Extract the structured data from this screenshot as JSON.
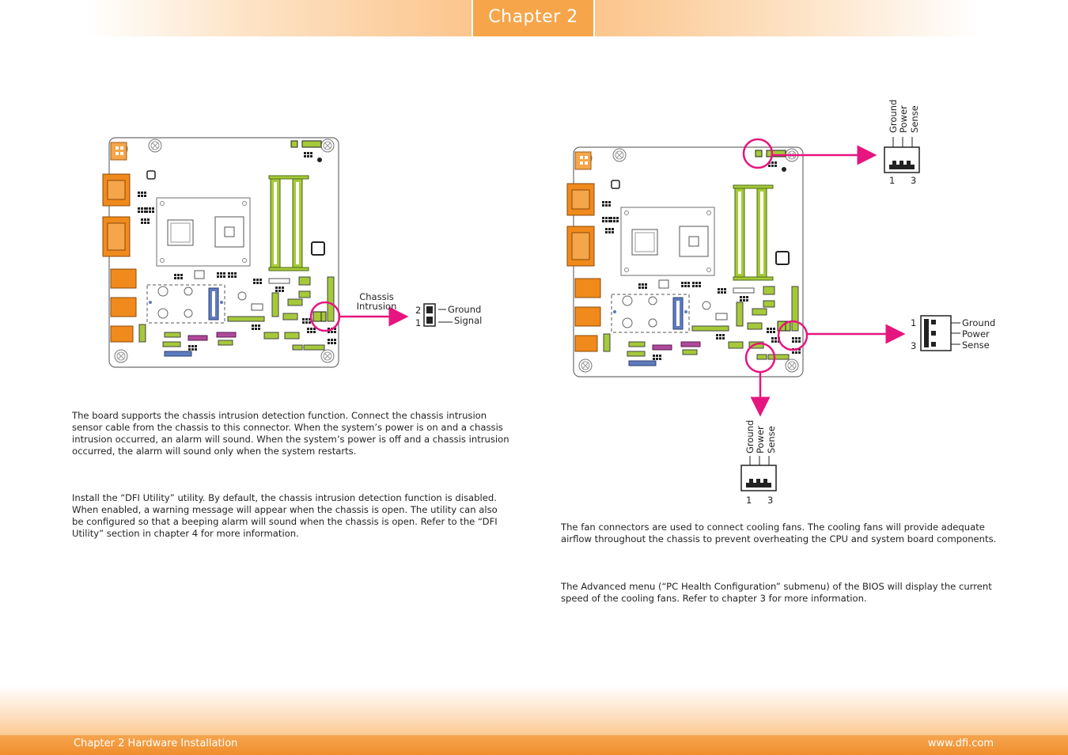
{
  "header": {
    "chapter_tab": "Chapter 2"
  },
  "footer": {
    "left": "Chapter 2 Hardware Installation",
    "right": "www.dfi.com"
  },
  "chassis": {
    "callout_line1": "Chassis",
    "callout_line2": "Intrusion",
    "pin2_label": "2",
    "pin1_label": "1",
    "pin2_signal": "Ground",
    "pin1_signal": "Signal",
    "paragraph1": "The board supports the chassis intrusion detection function. Connect the chassis intrusion sensor cable from the chassis to this connector. When the system’s power is on and a chassis intrusion occurred, an alarm will sound. When the system’s power is off and a chassis intrusion occurred, the alarm will sound only when the system restarts.",
    "paragraph2": "Install the “DFI Utility” utility. By default, the chassis intrusion detection function is disabled. When enabled, a warning message will appear when the chassis is open. The utility can also be configured so that a beeping alarm will sound when the chassis is open. Refer to the “DFI Utility” section in chapter 4 for more information."
  },
  "fans": {
    "top_connector": {
      "pin_names": [
        "Ground",
        "Power",
        "Sense"
      ],
      "pin_first": "1",
      "pin_last": "3"
    },
    "right_connector": {
      "pin_names": [
        "Ground",
        "Power",
        "Sense"
      ],
      "pin_first": "1",
      "pin_last": "3"
    },
    "bottom_connector": {
      "pin_names": [
        "Ground",
        "Power",
        "Sense"
      ],
      "pin_first": "1",
      "pin_last": "3"
    },
    "paragraph1": "The fan connectors are used to connect cooling fans. The cooling fans will provide adequate airflow throughout the chassis to prevent overheating the CPU and system board components.",
    "paragraph2": "The Advanced menu (“PC Health Configuration” submenu) of the BIOS will display the current speed of the cooling fans. Refer to chapter 3 for more information."
  },
  "colors": {
    "accent_orange": "#f7a54a",
    "callout_magenta": "#e6157f",
    "connector_green": "#a6c93a",
    "slot_blue": "#5e7bbf",
    "header_purple": "#b04a9c",
    "io_orange": "#f08a1c"
  }
}
